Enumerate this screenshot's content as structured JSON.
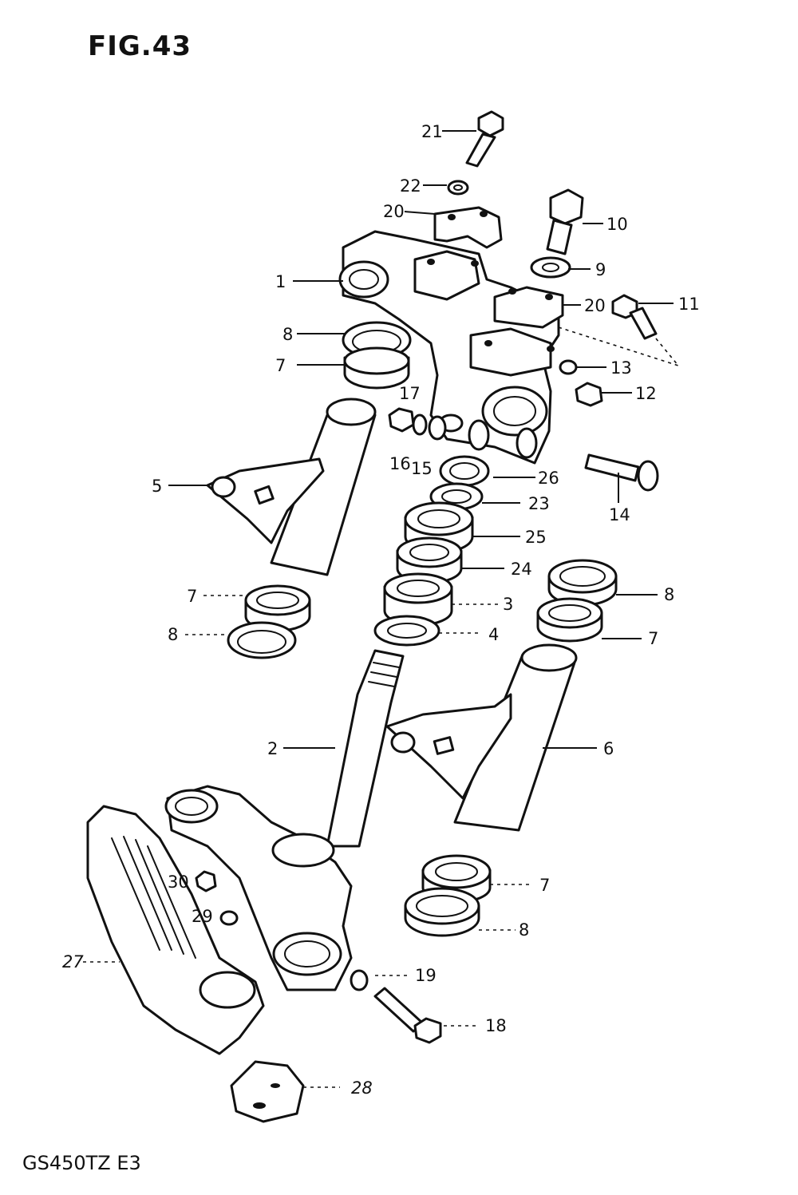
{
  "figure": {
    "title": "FIG.43",
    "model_code": "GS450TZ E3"
  },
  "callouts": [
    {
      "id": "c21",
      "text": "21"
    },
    {
      "id": "c22",
      "text": "22"
    },
    {
      "id": "c20a",
      "text": "20"
    },
    {
      "id": "c10",
      "text": "10"
    },
    {
      "id": "c9",
      "text": "9"
    },
    {
      "id": "c1",
      "text": "1"
    },
    {
      "id": "c20b",
      "text": "20"
    },
    {
      "id": "c11",
      "text": "11"
    },
    {
      "id": "c8a",
      "text": "8"
    },
    {
      "id": "c7a",
      "text": "7"
    },
    {
      "id": "c13",
      "text": "13"
    },
    {
      "id": "c12",
      "text": "12"
    },
    {
      "id": "c17",
      "text": "17"
    },
    {
      "id": "c16",
      "text": "16"
    },
    {
      "id": "c15",
      "text": "15"
    },
    {
      "id": "c26",
      "text": "26"
    },
    {
      "id": "c5",
      "text": "5"
    },
    {
      "id": "c23",
      "text": "23"
    },
    {
      "id": "c14",
      "text": "14"
    },
    {
      "id": "c25",
      "text": "25"
    },
    {
      "id": "c24",
      "text": "24"
    },
    {
      "id": "c8b",
      "text": "8"
    },
    {
      "id": "c7b",
      "text": "7"
    },
    {
      "id": "c3",
      "text": "3"
    },
    {
      "id": "c8c",
      "text": "8"
    },
    {
      "id": "c4",
      "text": "4"
    },
    {
      "id": "c7c",
      "text": "7"
    },
    {
      "id": "c2",
      "text": "2"
    },
    {
      "id": "c6",
      "text": "6"
    },
    {
      "id": "c7d",
      "text": "7"
    },
    {
      "id": "c30",
      "text": "30"
    },
    {
      "id": "c29",
      "text": "29"
    },
    {
      "id": "c8d",
      "text": "8"
    },
    {
      "id": "c27",
      "text": "27"
    },
    {
      "id": "c19",
      "text": "19"
    },
    {
      "id": "c18",
      "text": "18"
    },
    {
      "id": "c28",
      "text": "28"
    }
  ]
}
